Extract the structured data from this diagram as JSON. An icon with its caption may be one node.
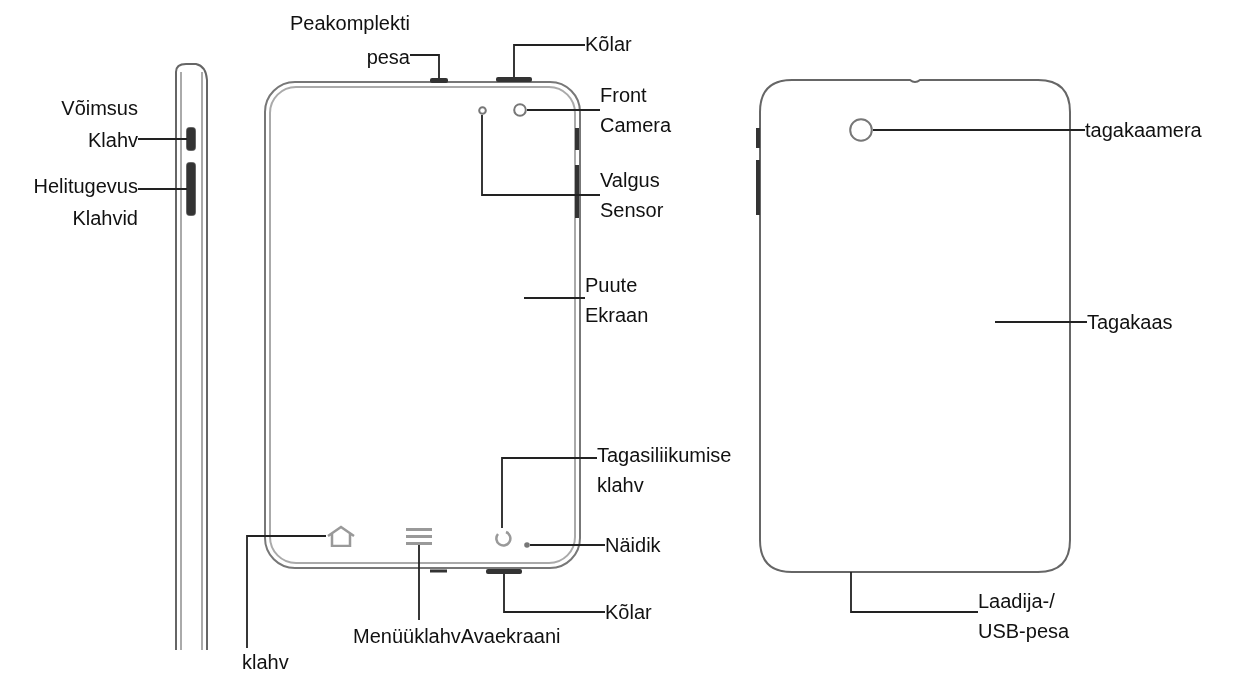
{
  "diagram": {
    "nodes": [
      {
        "text": [
          "Võimsus Klahv"
        ]
      },
      {
        "text": [],
        "shape": "bar"
      },
      {
        "text": [
          "Helitugevus Klahvid"
        ]
      },
      {
        "text": [],
        "shape": "bar"
      },
      {
        "text": [
          "Peakomplekti pesa"
        ]
      },
      {
        "text": [],
        "shape": "bar"
      },
      {
        "text": [
          "Kõlar"
        ]
      },
      {
        "text": [],
        "shape": "bar"
      },
      {
        "text": [
          "Front Camera"
        ]
      },
      {
        "text": [],
        "shape": "circle"
      },
      {
        "text": [
          "Valgus Sensor"
        ]
      },
      {
        "text": [],
        "shape": "circle"
      },
      {
        "text": [
          "Puute Ekraan"
        ]
      },
      {
        "text": [
          "Tagasiliikumise klahv"
        ]
      },
      {
        "text": [],
        "shape": "circle"
      },
      {
        "text": [
          "Näidik"
        ]
      },
      {
        "text": [],
        "shape": "circle"
      },
      {
        "text": [
          "Kõlar"
        ]
      },
      {
        "text": [],
        "shape": "bar"
      },
      {
        "text": [
          "MenüüklahvAvaekraani"
        ]
      },
      {
        "text": [],
        "shape": "lines"
      },
      {
        "text": [
          "klahv"
        ]
      },
      {
        "text": [],
        "shape": "house"
      },
      {
        "text": [
          "tagakaamera"
        ]
      },
      {
        "text": [],
        "shape": "circle"
      },
      {
        "text": [
          "Tagakaas"
        ]
      },
      {
        "text": [
          "Laadija-/ USB-pesa"
        ]
      }
    ],
    "edges": [
      {
        "from": 0,
        "to": 1,
        "arrow": "none"
      },
      {
        "from": 2,
        "to": 3,
        "arrow": "none"
      },
      {
        "from": 4,
        "to": 5,
        "arrow": "none"
      },
      {
        "from": 6,
        "to": 7,
        "arrow": "none"
      },
      {
        "from": 8,
        "to": 9,
        "arrow": "none"
      },
      {
        "from": 10,
        "to": 11,
        "arrow": "none"
      },
      {
        "from": 12,
        "to": null,
        "arrow": "none"
      },
      {
        "from": 13,
        "to": 14,
        "arrow": "none"
      },
      {
        "from": 15,
        "to": 16,
        "arrow": "none"
      },
      {
        "from": 17,
        "to": 18,
        "arrow": "none"
      },
      {
        "from": 19,
        "to": 20,
        "arrow": "none"
      },
      {
        "from": 21,
        "to": 22,
        "arrow": "none"
      },
      {
        "from": 23,
        "to": 24,
        "arrow": "none"
      },
      {
        "from": 25,
        "to": null,
        "arrow": "none"
      },
      {
        "from": 26,
        "to": null,
        "arrow": "none"
      }
    ]
  }
}
